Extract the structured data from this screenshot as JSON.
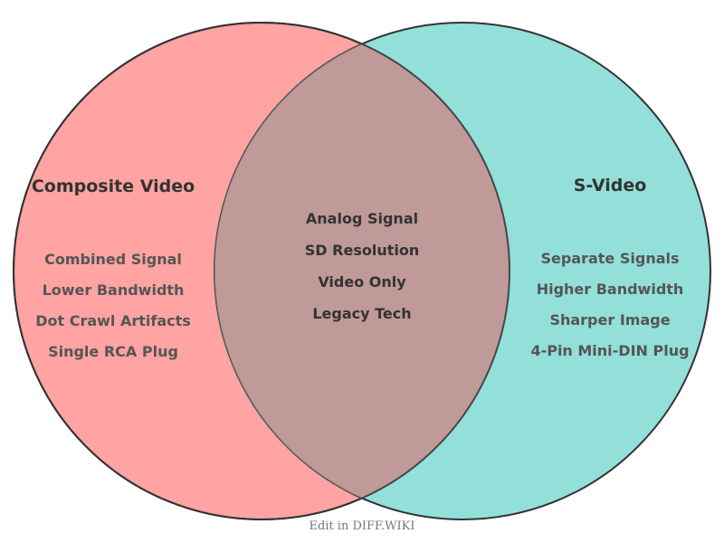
{
  "diagram": {
    "type": "venn",
    "colors": {
      "left_fill": "#FFA3A3",
      "right_fill": "#92E0D9",
      "overlap_fill": "#C09999",
      "stroke": "#333333",
      "title_text": "#333333",
      "item_text": "#555555",
      "center_text": "#333333",
      "footer_text": "#777777"
    },
    "left": {
      "title": "Composite Video",
      "items": [
        "Combined Signal",
        "Lower Bandwidth",
        "Dot Crawl Artifacts",
        "Single RCA Plug"
      ]
    },
    "right": {
      "title": "S-Video",
      "items": [
        "Separate Signals",
        "Higher Bandwidth",
        "Sharper Image",
        "4-Pin Mini-DIN Plug"
      ]
    },
    "overlap": {
      "items": [
        "Analog Signal",
        "SD Resolution",
        "Video Only",
        "Legacy Tech"
      ]
    }
  },
  "footer": {
    "text": "Edit in DIFF.WIKI"
  }
}
